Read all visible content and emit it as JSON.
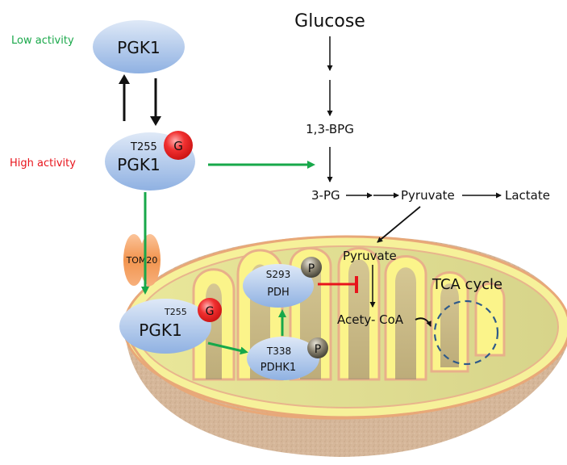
{
  "labels": {
    "low_activity": "Low activity",
    "high_activity": "High activity",
    "pgk1_top": "PGK1",
    "pgk1_mid": "PGK1",
    "pgk1_mid_site": "T255",
    "pgk1_mito": "PGK1",
    "pgk1_mito_site": "T255",
    "glyco_badge": "G",
    "tom20": "TOM20",
    "pdh": "PDH",
    "pdh_site": "S293",
    "pdhk1": "PDHK1",
    "pdhk1_site": "T338",
    "phospho_badge": "P"
  },
  "pathway": {
    "glucose": "Glucose",
    "bpg": "1,3-BPG",
    "pg3": "3-PG",
    "pyruvate_cyto": "Pyruvate",
    "lactate": "Lactate",
    "pyruvate_mito": "Pyruvate",
    "acetyl_coa": "Acety- CoA",
    "tca": "TCA cycle"
  },
  "colors": {
    "low_activity": "#1aa84a",
    "high_activity": "#e8141c",
    "activation_arrow": "#17a84a",
    "inhibition": "#e8141c",
    "protein_fill": "#a9c4ea",
    "glyco_badge": "#e82020",
    "phospho_badge": "#6b6555",
    "tom20": "#f2944e",
    "tca_dash": "#2f5a8a"
  }
}
